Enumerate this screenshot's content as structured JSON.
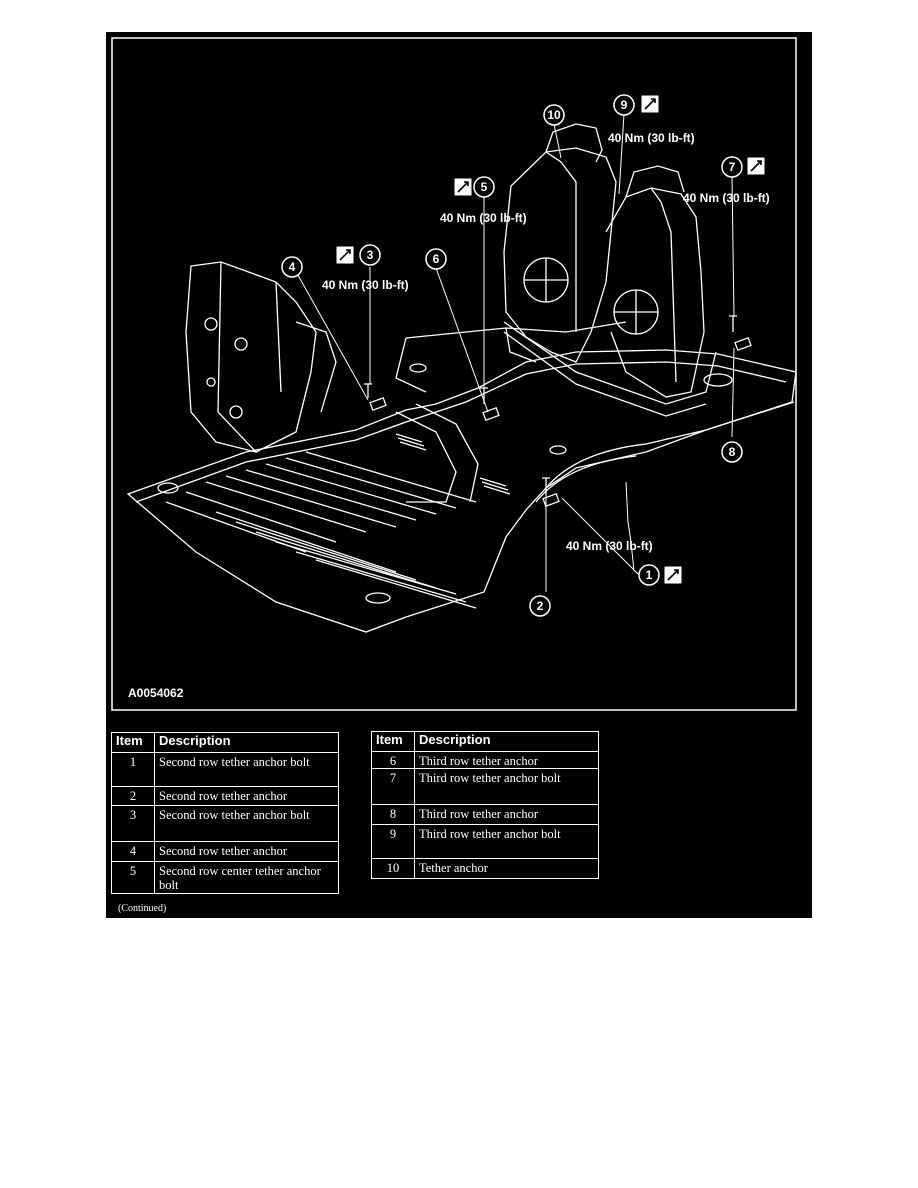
{
  "figure_id": "A0054062",
  "torque_label": "40 Nm (30 lb-ft)",
  "callouts": [
    "1",
    "2",
    "3",
    "4",
    "5",
    "6",
    "7",
    "8",
    "9",
    "10"
  ],
  "table_left": {
    "headers": [
      "Item",
      "Description"
    ],
    "rows": [
      {
        "item": "1",
        "description": "Second row tether anchor bolt"
      },
      {
        "item": "2",
        "description": "Second row tether anchor"
      },
      {
        "item": "3",
        "description": "Second row tether anchor bolt"
      },
      {
        "item": "4",
        "description": "Second row tether anchor"
      },
      {
        "item": "5",
        "description": "Second row center tether anchor bolt"
      }
    ]
  },
  "table_right": {
    "headers": [
      "Item",
      "Description"
    ],
    "rows": [
      {
        "item": "6",
        "description": "Third row tether anchor"
      },
      {
        "item": "7",
        "description": "Third row tether anchor bolt"
      },
      {
        "item": "8",
        "description": "Third row tether anchor"
      },
      {
        "item": "9",
        "description": "Third row tether anchor bolt"
      },
      {
        "item": "10",
        "description": "Tether anchor"
      }
    ]
  },
  "footnote": "(Continued)",
  "icons": [
    "torque-wrench-icon"
  ]
}
